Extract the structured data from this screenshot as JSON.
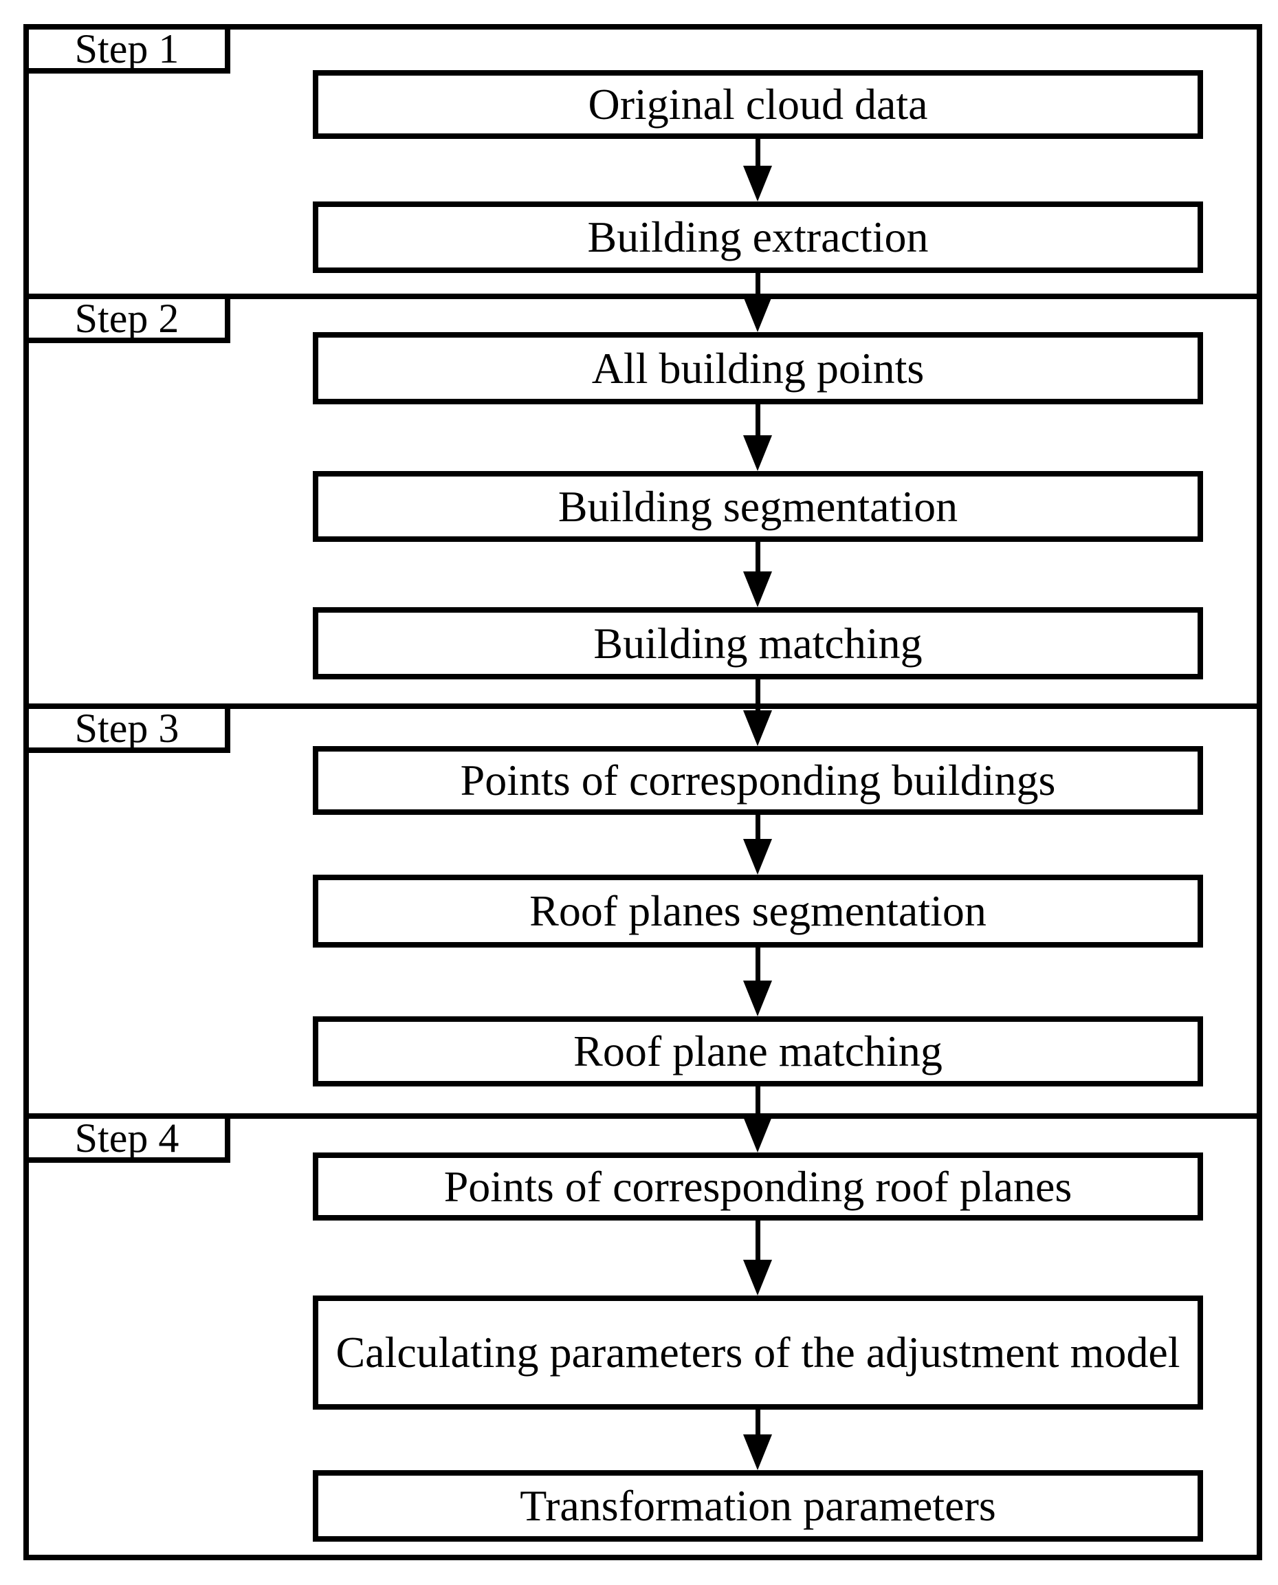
{
  "diagram": {
    "type": "flowchart",
    "background_color": "#ffffff",
    "line_color": "#000000",
    "box_fill_color": "#ffffff",
    "steps": [
      {
        "label": "Step 1",
        "boxes": [
          "Original cloud data",
          "Building extraction"
        ]
      },
      {
        "label": "Step 2",
        "boxes": [
          "All building points",
          "Building segmentation",
          "Building matching"
        ]
      },
      {
        "label": "Step 3",
        "boxes": [
          "Points of corresponding buildings",
          "Roof planes segmentation",
          "Roof plane matching"
        ]
      },
      {
        "label": "Step 4",
        "boxes": [
          "Points of corresponding roof planes",
          "Calculating parameters of the adjustment model",
          "Transformation parameters"
        ]
      }
    ]
  }
}
